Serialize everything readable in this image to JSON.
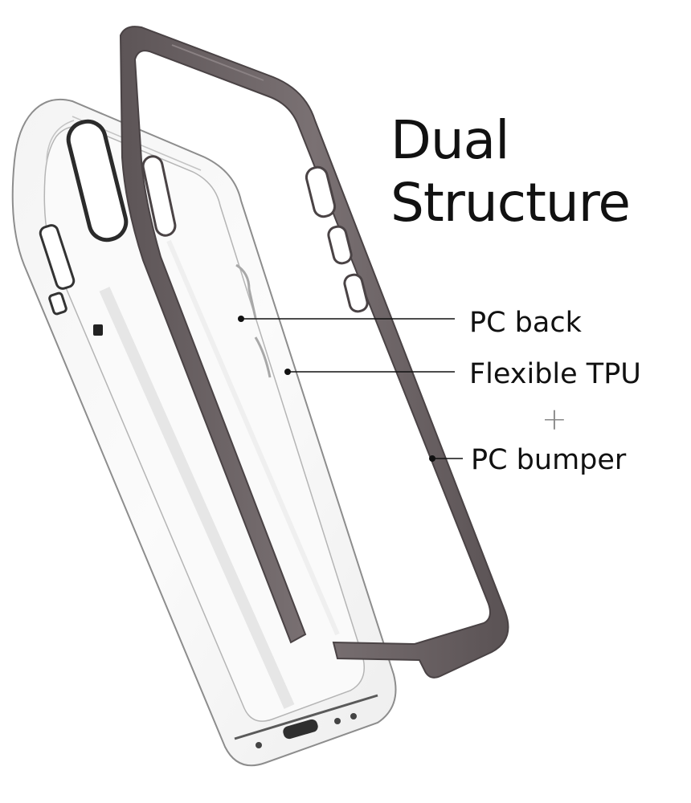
{
  "headline": {
    "line1": "Dual",
    "line2": "Structure"
  },
  "callouts": {
    "pc_back": "PC back",
    "flexible_tpu": "Flexible TPU",
    "plus": "+",
    "pc_bumper": "PC bumper"
  },
  "colors": {
    "bumper": "#6e6567",
    "bumper_shadow": "#4f4749",
    "clear_case_outline": "#9a9a9a",
    "leader_line": "#111111",
    "plus_sign": "#888888"
  }
}
